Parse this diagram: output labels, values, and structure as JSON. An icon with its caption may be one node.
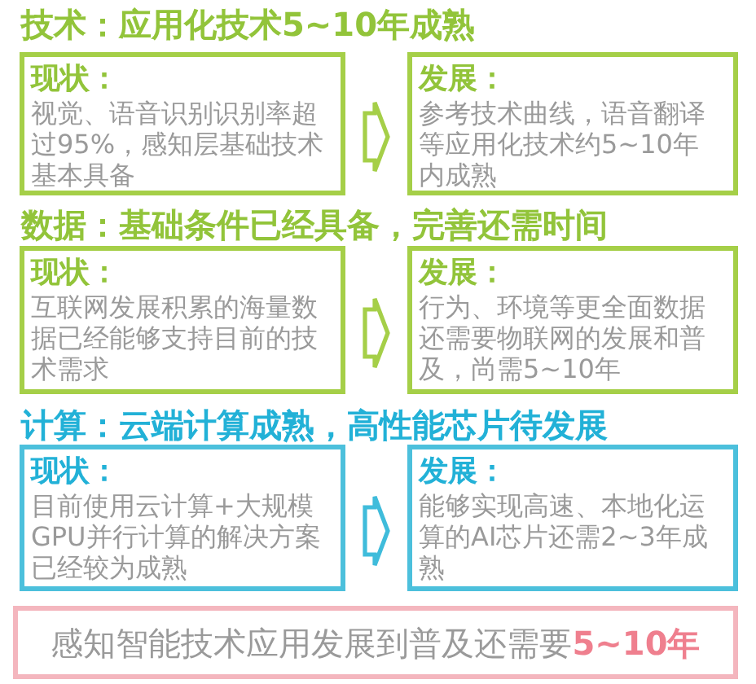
{
  "diagram": {
    "nodes": [
      {
        "text": [
          "现状：",
          "视觉、语音识别识别率超过95%，感知层基础技术基本具备"
        ]
      },
      {
        "text": [
          "发展：",
          "参考技术曲线，语音翻译等应用化技术约5~10年内成熟"
        ]
      },
      {
        "text": [
          "现状：",
          "互联网发展积累的海量数据已经能够支持目前的技术需求"
        ]
      },
      {
        "text": [
          "发展：",
          "行为、环境等更全面数据还需要物联网的发展和普及，尚需5~10年"
        ]
      },
      {
        "text": [
          "现状：",
          "目前使用云计算+大规模GPU并行计算的解决方案已经较为成熟"
        ]
      },
      {
        "text": [
          "发展：",
          "能够实现高速、本地化运算的AI芯片还需2~3年成熟"
        ]
      },
      {
        "text": [
          "感知智能技术应用发展到普及还需要**5~10年**"
        ]
      }
    ],
    "edges": [
      {
        "from": 0,
        "to": 1,
        "arrow": "to"
      },
      {
        "from": 2,
        "to": 3,
        "arrow": "to"
      },
      {
        "from": 4,
        "to": 5,
        "arrow": "to",
        "color": "#3fbcdb"
      }
    ],
    "labels": [
      "技术：应用化技术5~10年成熟",
      "数据：基础条件已经具备，完善还需时间",
      "计算：云端计算成熟，高性能芯片待发展"
    ]
  }
}
